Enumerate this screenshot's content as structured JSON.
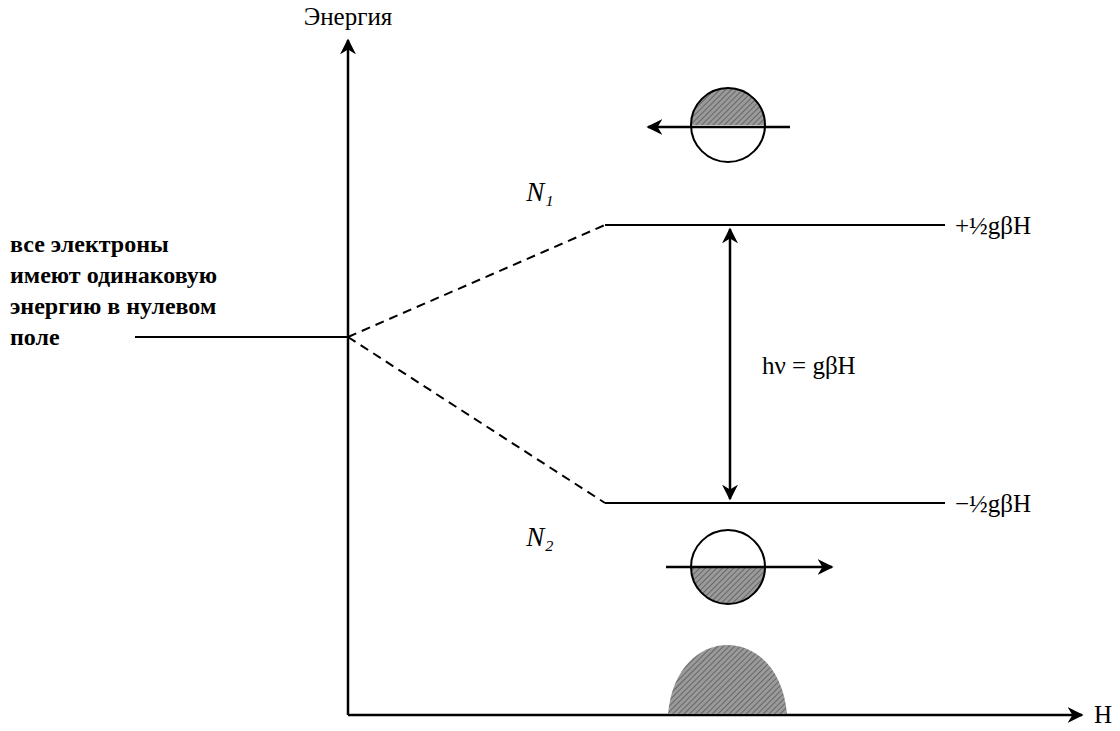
{
  "diagram": {
    "labels": [
      "Энергия",
      "все электроны имеют одинаковую энергию в нулевом поле",
      "N₁",
      "+½gβH",
      "hν = gβH",
      "N₂",
      "−½gβH",
      "H"
    ]
  }
}
